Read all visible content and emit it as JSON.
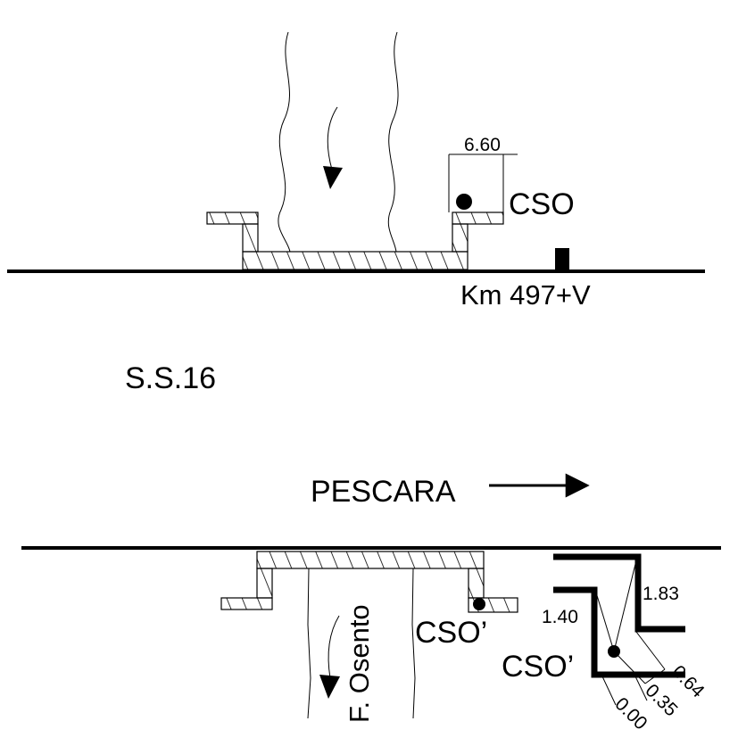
{
  "plan": {
    "dimension_top": "6.60",
    "cso_label": "CSO",
    "km_label": "Km 497+V",
    "road_name": "S.S.16",
    "direction_label": "PESCARA",
    "river_name": "F. Osento",
    "cso_prime_label": "CSO’"
  },
  "detail": {
    "cso_prime_label": "CSO’",
    "dim_left": "1.40",
    "dim_right": "1.83",
    "dim_a": "0.64",
    "dim_b": "0.35",
    "dim_c": "0.00"
  }
}
